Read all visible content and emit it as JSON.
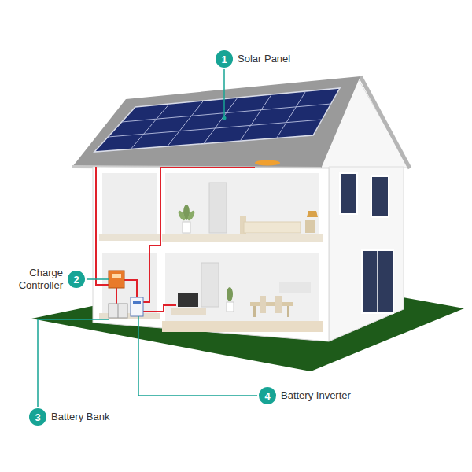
{
  "diagram": {
    "nodes": [
      {
        "text": [
          "1",
          "Solar Panel"
        ]
      },
      {
        "text": [
          "2",
          "Charge Controller"
        ]
      },
      {
        "text": [
          "4",
          "Battery Inverter"
        ]
      },
      {
        "text": [
          "3",
          "Battery Bank"
        ]
      }
    ]
  }
}
